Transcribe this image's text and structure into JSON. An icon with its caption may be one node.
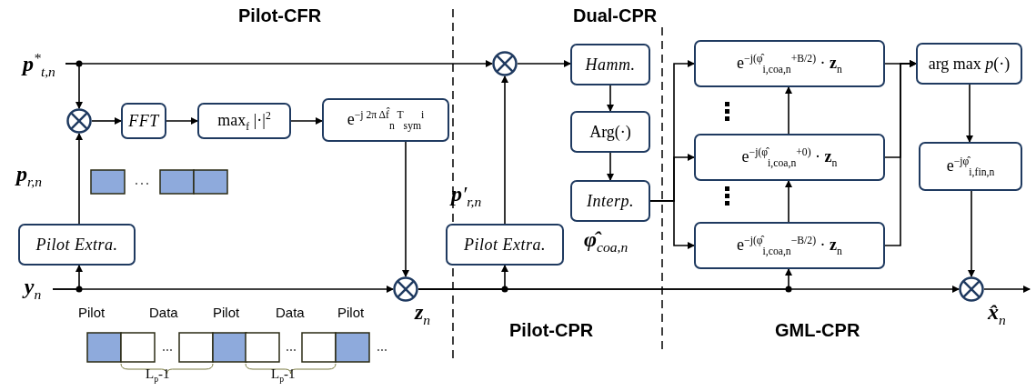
{
  "diagram": {
    "nodes": [
      {
        "text": [
          "**p**$^{*}$$_{t,n}$"
        ]
      },
      {
        "text": [],
        "shape": "circle"
      },
      {
        "text": [
          "FFT"
        ]
      },
      {
        "text": [
          "max$_{f}$ |·|$^{2}$"
        ]
      },
      {
        "text": [
          "e$^{−j 2π Δf̂}$$_{n}$$^{ T}$$_{sym}$$^{i}$"
        ]
      },
      {
        "text": [
          "Pilot Extra."
        ]
      },
      {
        "text": [
          "**y**$_{n}$"
        ]
      },
      {
        "text": [],
        "shape": "circle",
        "beside": [
          "**z**$_{n}$"
        ]
      },
      {
        "text": [],
        "shape": "circle"
      },
      {
        "text": [
          "Pilot Extra."
        ]
      },
      {
        "text": [
          "Hamm."
        ]
      },
      {
        "text": [
          "Arg(·)"
        ]
      },
      {
        "text": [
          "Interp."
        ]
      },
      {
        "text": [
          "e$^{−j(φ̂}$$_{i,coa,n}$$^{+B/2)}$ · **z**$_{n}$"
        ]
      },
      {
        "text": [
          "e$^{−j(φ̂}$$_{i,coa,n}$$^{+0)}$ · **z**$_{n}$"
        ]
      },
      {
        "text": [
          "e$^{−j(φ̂}$$_{i,coa,n}$$^{−B/2)}$ · **z**$_{n}$"
        ]
      },
      {
        "text": [
          "arg max *p*(·)"
        ]
      },
      {
        "text": [
          "e$^{−jφ̂}$$_{i,fin,n}$"
        ]
      },
      {
        "text": [],
        "shape": "circle"
      }
    ],
    "edges": [
      {
        "from": 0,
        "to": 1,
        "arrow": "to"
      },
      {
        "from": 0,
        "to": 8,
        "arrow": "to"
      },
      {
        "from": 5,
        "to": 1,
        "arrow": "to"
      },
      {
        "from": 6,
        "to": 5,
        "arrow": "to"
      },
      {
        "from": 6,
        "to": 7,
        "arrow": "to"
      },
      {
        "from": 1,
        "to": 2,
        "arrow": "to"
      },
      {
        "from": 2,
        "to": 3,
        "arrow": "to"
      },
      {
        "from": 3,
        "to": 4,
        "arrow": "to"
      },
      {
        "from": 4,
        "to": 7,
        "arrow": "to"
      },
      {
        "from": 7,
        "to": 9,
        "arrow": "to"
      },
      {
        "from": 7,
        "to": 15,
        "arrow": "to"
      },
      {
        "from": 7,
        "to": 18,
        "arrow": "to"
      },
      {
        "from": 9,
        "to": 8,
        "arrow": "to"
      },
      {
        "from": 8,
        "to": 10,
        "arrow": "to"
      },
      {
        "from": 10,
        "to": 11,
        "arrow": "to"
      },
      {
        "from": 11,
        "to": 12,
        "arrow": "to"
      },
      {
        "from": 12,
        "to": 13,
        "arrow": "to"
      },
      {
        "from": 12,
        "to": 14,
        "arrow": "to"
      },
      {
        "from": 12,
        "to": 15,
        "arrow": "to"
      },
      {
        "from": 13,
        "to": 16,
        "arrow": "to"
      },
      {
        "from": 14,
        "to": 16,
        "arrow": "to"
      },
      {
        "from": 15,
        "to": 16,
        "arrow": "to"
      },
      {
        "from": 15,
        "to": 14,
        "arrow": "to"
      },
      {
        "from": 14,
        "to": 13,
        "arrow": "to"
      },
      {
        "from": 16,
        "to": 17,
        "arrow": "to"
      },
      {
        "from": 17,
        "to": 18,
        "arrow": "to"
      },
      {
        "from": 18,
        "to": null,
        "arrow": "to"
      }
    ],
    "labels": [
      "Pilot-CFR",
      "Dual-CPR",
      "**p**$_{r,n}$",
      "**p**′$_{r,n}$",
      "**φ̂**$_{coa,n}$",
      "Pilot",
      "Data",
      "Pilot",
      "Data",
      "Pilot",
      "L$_{p}$-1",
      "L$_{p}$-1",
      "Pilot-CPR",
      "GML-CPR",
      "**x̂**$_{n}$"
    ]
  }
}
